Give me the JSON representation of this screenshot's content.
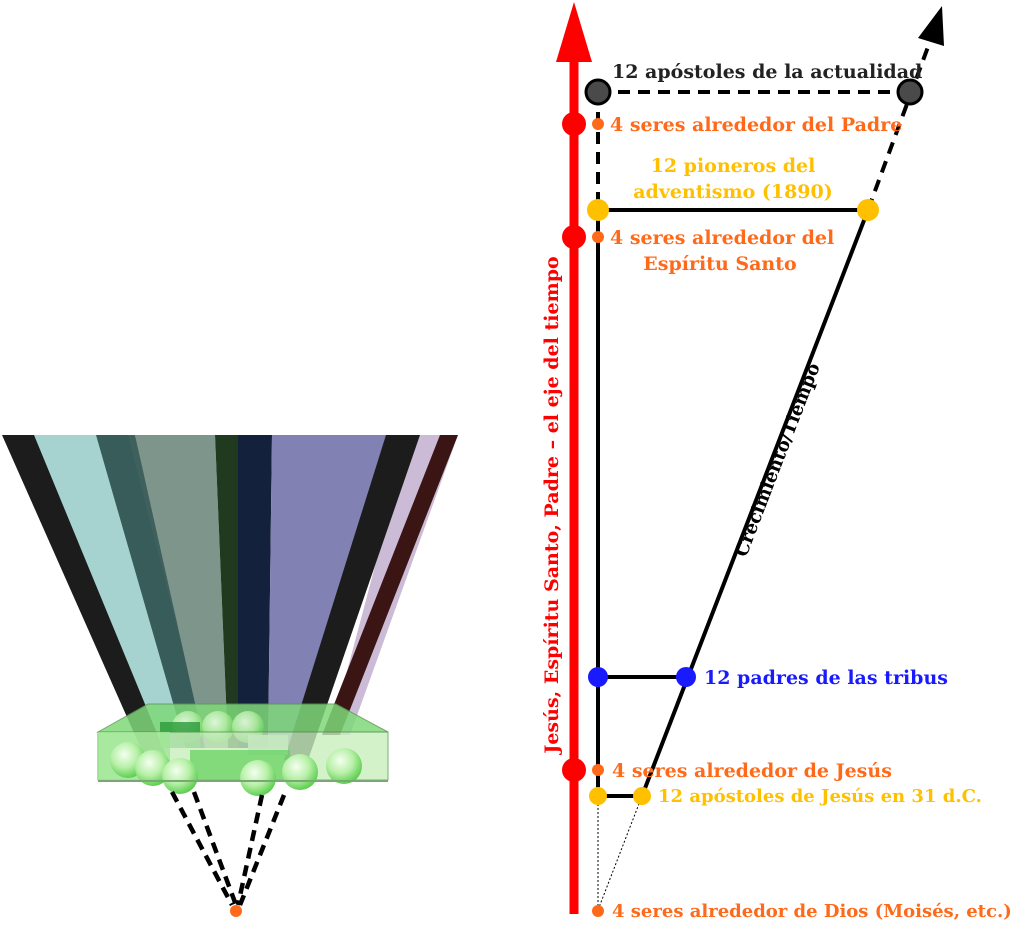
{
  "diagram": {
    "axis_label": "Jesús, Espíritu Santo, Padre – el eje del tiempo",
    "growth_label": "Crecimiento/Tiempo",
    "labels": {
      "apostoles_actualidad": "12 apóstoles de la actualidad",
      "seres_padre": "4 seres alrededor del Padre",
      "pioneros_line1": "12 pioneros del",
      "pioneros_line2": "adventismo (1890)",
      "seres_espiritu_line1": "4 seres alrededor del",
      "seres_espiritu_line2": "Espíritu Santo",
      "padres_tribus": "12 padres de las tribus",
      "seres_jesus": "4 seres alrededor de Jesús",
      "apostoles_jesus": "12 apóstoles de Jesús en 31 d.C.",
      "seres_dios": "4 seres alrededor de Dios (Moisés, etc.)"
    },
    "colors": {
      "axis": "#ff0000",
      "seres": "#ff6a1a",
      "pioneros": "#ffc000",
      "tribus": "#1a1aff",
      "actualidad": "#222222",
      "line": "#000000"
    }
  }
}
